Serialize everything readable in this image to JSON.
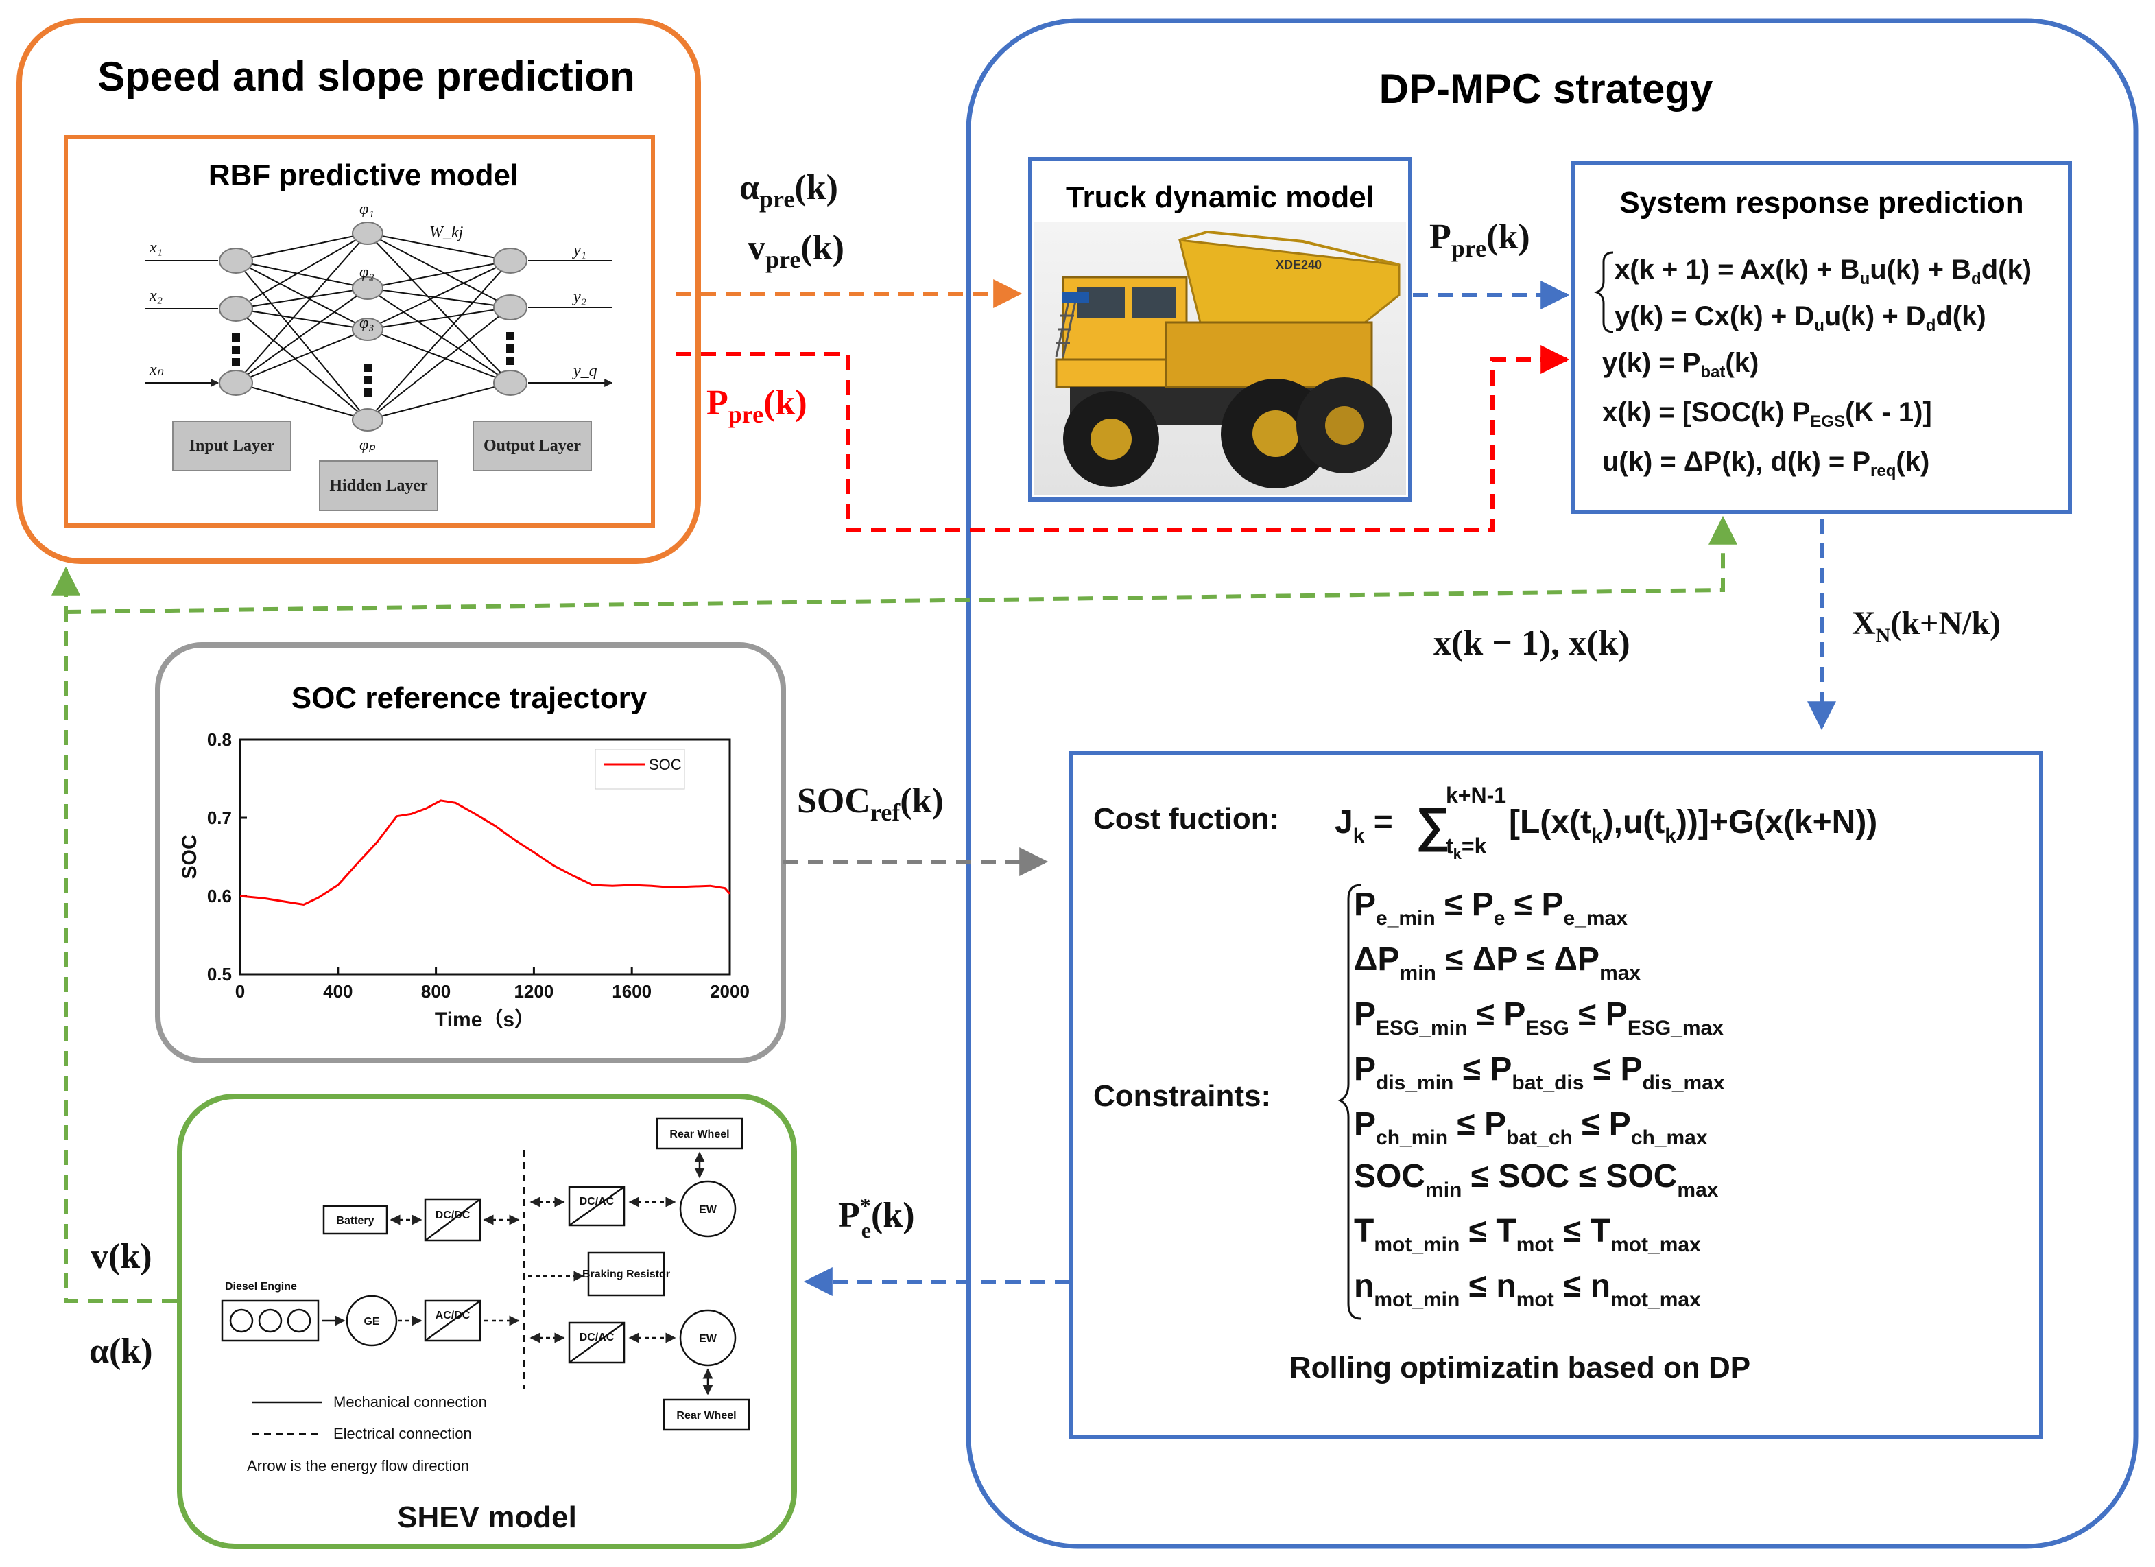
{
  "colors": {
    "orange": "#ED7D31",
    "blue": "#4472C4",
    "red": "#FF0000",
    "green": "#70AD47",
    "gray": "#7F7F7F",
    "soc_line": "#FF0000"
  },
  "speed_slope": {
    "title": "Speed and slope prediction",
    "rbf_title": "RBF predictive model",
    "inputs": [
      "x₁",
      "x₂",
      "xₙ"
    ],
    "hidden": [
      "φ₁",
      "φ₂",
      "φ₃",
      "φₚ"
    ],
    "outputs": [
      "y₁",
      "y₂",
      "y_q"
    ],
    "weight": "W_kj",
    "input_layer": "Input Layer",
    "hidden_layer": "Hidden Layer",
    "output_layer": "Output Layer"
  },
  "arrows": {
    "alpha_pre": {
      "base": "α",
      "sub": "pre",
      "tail": "(k)"
    },
    "v_pre": {
      "base": "v",
      "sub": "pre",
      "tail": "(k)"
    },
    "p_pre_red": {
      "base": "P",
      "sub": "pre",
      "tail": "(k)"
    },
    "p_pre_blue": {
      "base": "P",
      "sub": "pre",
      "tail": "(k)"
    },
    "x_feedback": "x(k − 1), x(k)",
    "xn": {
      "base": "X",
      "sub": "N",
      "tail": "(k+N/k)"
    },
    "soc_ref": {
      "base": "SOC",
      "sub": "ref",
      "tail": "(k)"
    },
    "pe_star": {
      "base": "P",
      "sup": "*",
      "sub": "e",
      "tail": "(k)"
    },
    "v_k": "v(k)",
    "alpha_k": "α(k)"
  },
  "dpmpc": {
    "title": "DP-MPC strategy",
    "truck_title": "Truck dynamic model",
    "truck_badge": "XDE240",
    "srp_title": "System response prediction",
    "cost_label": "Cost fuction:",
    "constraints_label": "Constraints:",
    "rolling": "Rolling optimizatin based on DP"
  },
  "soc": {
    "title": "SOC reference trajectory",
    "chart_data": {
      "type": "line",
      "title": "",
      "xlabel": "Time（s）",
      "ylabel": "SOC",
      "xlim": [
        0,
        2000
      ],
      "ylim": [
        0.5,
        0.8
      ],
      "xticks": [
        0,
        400,
        800,
        1200,
        1600,
        2000
      ],
      "yticks": [
        0.5,
        0.6,
        0.7,
        0.8
      ],
      "legend": "top-right",
      "series": [
        {
          "name": "SOC",
          "x": [
            0,
            100,
            200,
            260,
            320,
            400,
            480,
            560,
            640,
            700,
            760,
            820,
            880,
            960,
            1040,
            1120,
            1200,
            1280,
            1360,
            1440,
            1520,
            1600,
            1680,
            1760,
            1840,
            1920,
            1980,
            2000
          ],
          "y": [
            0.6,
            0.597,
            0.592,
            0.589,
            0.598,
            0.614,
            0.642,
            0.669,
            0.702,
            0.705,
            0.712,
            0.722,
            0.719,
            0.705,
            0.69,
            0.672,
            0.656,
            0.639,
            0.626,
            0.614,
            0.613,
            0.614,
            0.613,
            0.611,
            0.612,
            0.613,
            0.61,
            0.603
          ]
        }
      ]
    }
  },
  "shev": {
    "title": "SHEV model",
    "rear_wheel_top": "Rear Wheel",
    "rear_wheel_bottom": "Rear Wheel",
    "battery": "Battery",
    "dcdc": "DC/DC",
    "dcac_top": "DC/AC",
    "dcac_bottom": "DC/AC",
    "acdc": "AC/DC",
    "ew_top": "EW",
    "ew_bottom": "EW",
    "braking": "Braking Resistor",
    "diesel": "Diesel Engine",
    "ge": "GE",
    "legend_mech": "Mechanical connection",
    "legend_elec": "Electrical connection",
    "legend_note": "Arrow is the energy flow direction"
  }
}
